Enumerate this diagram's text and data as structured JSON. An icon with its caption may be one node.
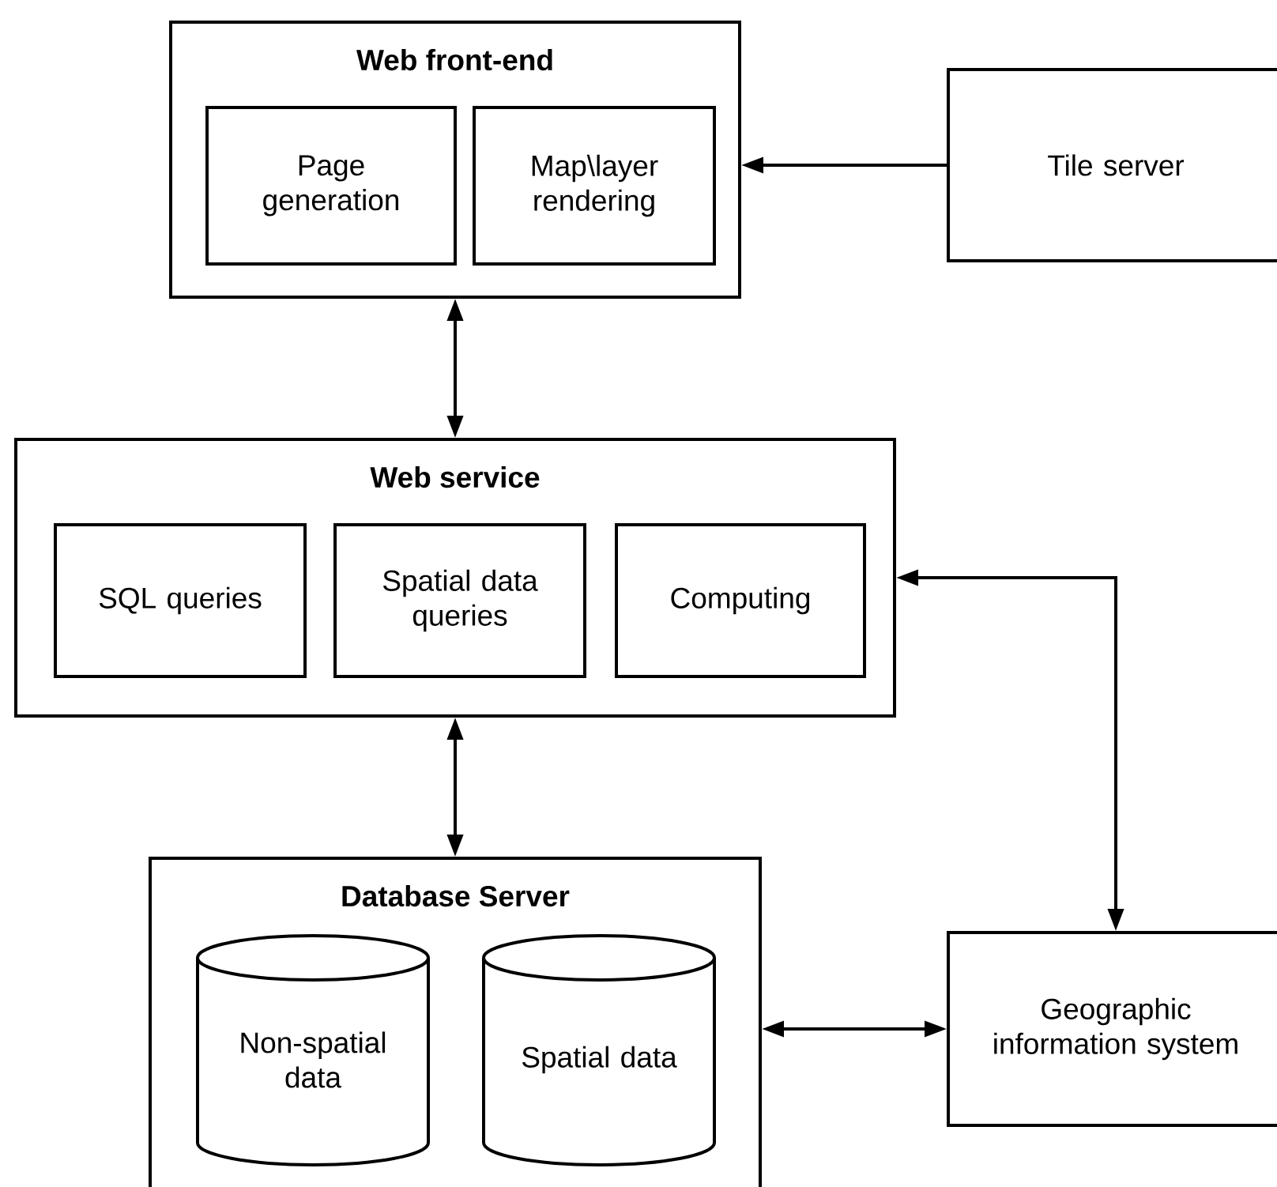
{
  "diagram": {
    "nodes": [
      {
        "text": [
          "Web front-end"
        ]
      },
      {
        "text": [
          "Page generation"
        ],
        "in": 0
      },
      {
        "text": [
          "Map\\layer rendering"
        ],
        "in": 0
      },
      {
        "text": [
          "Tile server"
        ]
      },
      {
        "text": [
          "Web service"
        ]
      },
      {
        "text": [
          "SQL queries"
        ],
        "in": 4
      },
      {
        "text": [
          "Spatial data queries"
        ],
        "in": 4
      },
      {
        "text": [
          "Computing"
        ],
        "in": 4
      },
      {
        "text": [
          "Database Server"
        ]
      },
      {
        "text": [
          "Non-spatial data"
        ],
        "in": 8
      },
      {
        "text": [
          "Spatial data"
        ],
        "in": 8
      },
      {
        "text": [
          "Geographic information system"
        ]
      }
    ],
    "edges": [
      {
        "from": 3,
        "to": 0,
        "arrow": "to"
      },
      {
        "from": 0,
        "to": 4,
        "arrow": "both"
      },
      {
        "from": 4,
        "to": 8,
        "arrow": "both"
      },
      {
        "from": 4,
        "to": 11,
        "arrow": "both"
      },
      {
        "from": 8,
        "to": 11,
        "arrow": "both"
      }
    ]
  }
}
